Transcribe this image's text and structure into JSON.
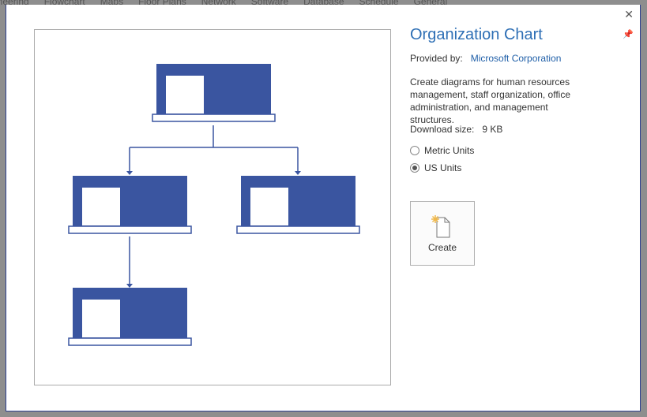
{
  "background_tabs": [
    "ineering",
    "Flowchart",
    "Maps",
    "Floor Plans",
    "Network",
    "Software",
    "Database",
    "Schedule",
    "General"
  ],
  "dialog": {
    "title": "Organization Chart",
    "provided_by_label": "Provided by:",
    "provider": "Microsoft Corporation",
    "description": "Create diagrams for human resources management, staff organization, office administration, and management structures.",
    "download_size_label": "Download size:",
    "download_size": "9 KB",
    "units": [
      {
        "label": "Metric Units",
        "selected": false
      },
      {
        "label": "US Units",
        "selected": true
      }
    ],
    "create_label": "Create",
    "accent": "#3a55a0"
  }
}
